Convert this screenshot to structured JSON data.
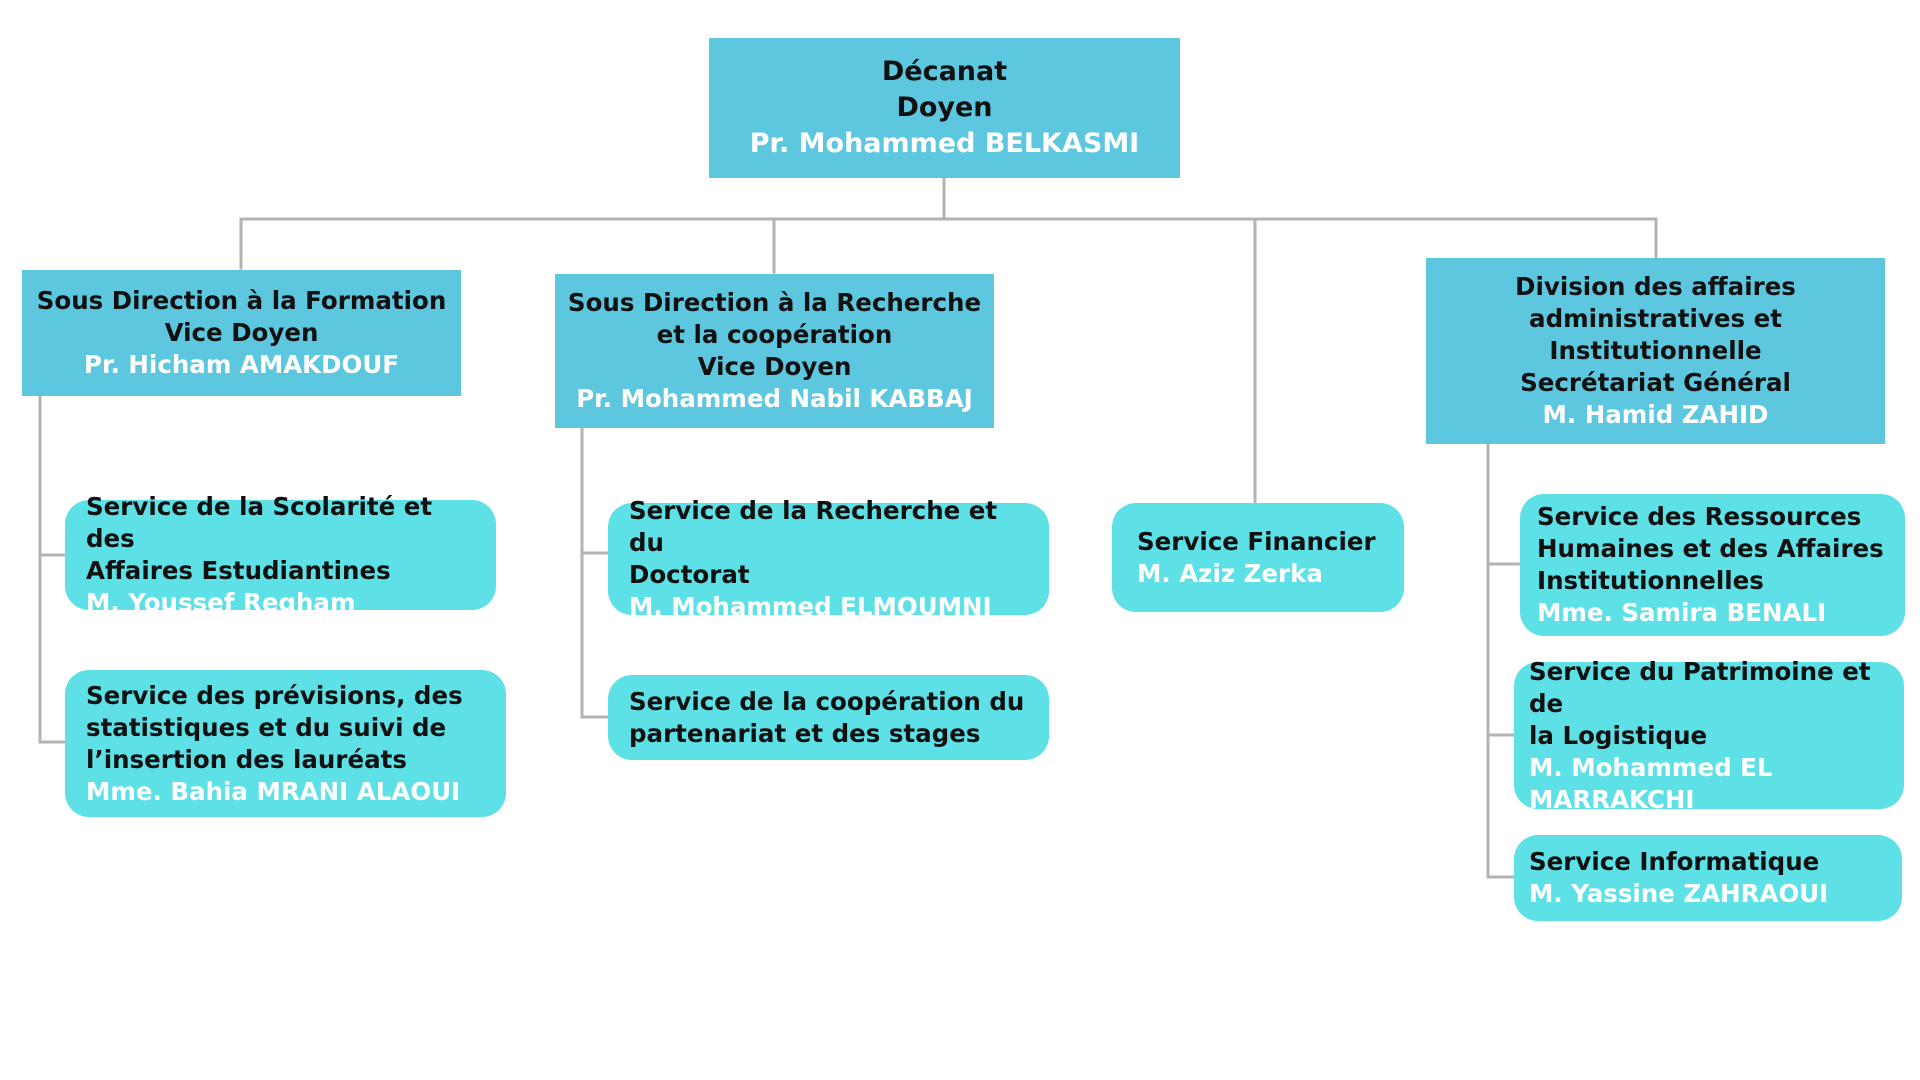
{
  "colors": {
    "head_fill": "#5dc7df",
    "service_fill": "#5de0e6",
    "connector": "#b3b3b3",
    "text_dark": "#111111",
    "text_light": "#ffffff"
  },
  "root": {
    "lines": [
      "Décanat",
      "Doyen"
    ],
    "person": "Pr. Mohammed BELKASMI"
  },
  "heads": [
    {
      "lines": [
        "Sous Direction à la Formation",
        "Vice Doyen"
      ],
      "person": "Pr. Hicham AMAKDOUF"
    },
    {
      "lines": [
        "Sous Direction à la Recherche",
        "et la coopération",
        "Vice Doyen"
      ],
      "person": "Pr. Mohammed Nabil KABBAJ"
    },
    {
      "lines": [
        "Division des affaires",
        "administratives et",
        "Institutionnelle",
        "Secrétariat Général"
      ],
      "person": "M. Hamid ZAHID"
    }
  ],
  "services": [
    {
      "lines": [
        "Service de la Scolarité et des",
        "Affaires Estudiantines"
      ],
      "person": [
        "M. Youssef Regham"
      ]
    },
    {
      "lines": [
        "Service des prévisions, des",
        "statistiques et du suivi de",
        "l’insertion des lauréats"
      ],
      "person": [
        "Mme. Bahia MRANI ALAOUI"
      ]
    },
    {
      "lines": [
        "Service de la Recherche et du",
        "Doctorat"
      ],
      "person": [
        "M. Mohammed ELMOUMNI"
      ]
    },
    {
      "lines": [
        "Service de la coopération du",
        "partenariat et des stages"
      ],
      "person": []
    },
    {
      "lines": [
        "Service Financier"
      ],
      "person": [
        "M. Aziz Zerka"
      ]
    },
    {
      "lines": [
        "Service des Ressources",
        "Humaines et des Affaires",
        "Institutionnelles"
      ],
      "person": [
        "Mme. Samira BENALI"
      ]
    },
    {
      "lines": [
        "Service du Patrimoine et de",
        "la Logistique"
      ],
      "person": [
        "M. Mohammed EL",
        "MARRAKCHI"
      ]
    },
    {
      "lines": [
        "Service Informatique"
      ],
      "person": [
        "M. Yassine ZAHRAOUI"
      ]
    }
  ]
}
